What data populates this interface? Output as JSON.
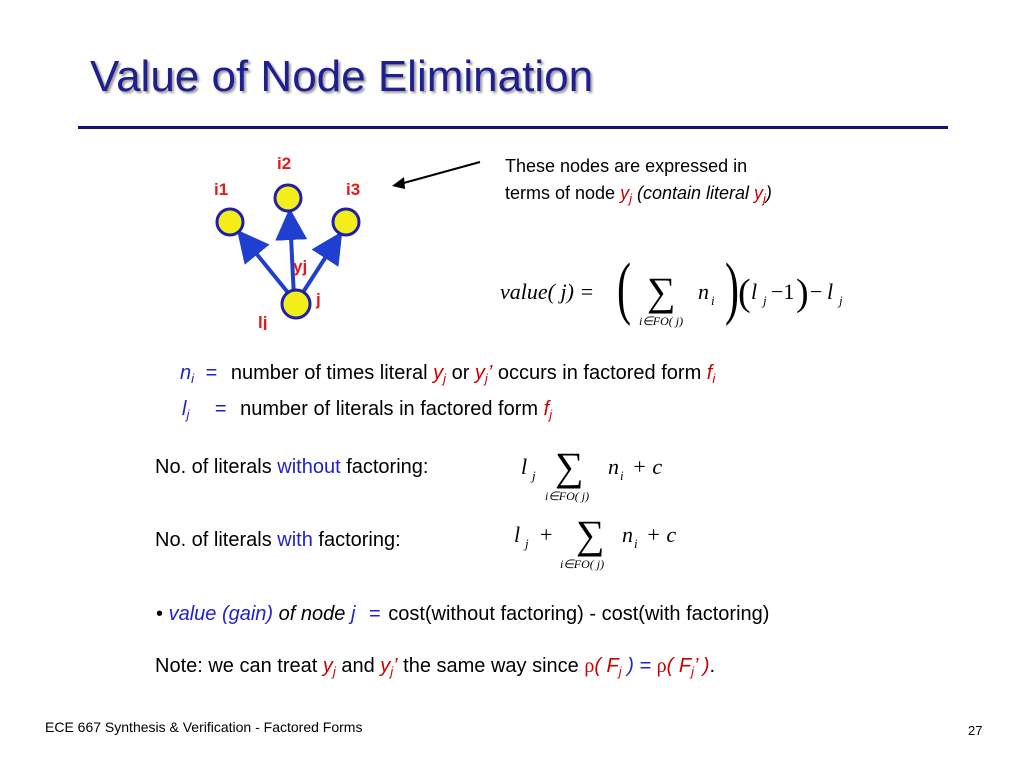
{
  "slide": {
    "title": "Value of Node Elimination",
    "footer_left": "ECE 667 Synthesis & Verification - Factored Forms",
    "page_number": "27"
  },
  "diagram": {
    "nodes": {
      "i1": "i1",
      "i2": "i2",
      "i3": "i3",
      "j": "j",
      "lj": "lj",
      "yj": "yj"
    },
    "colors": {
      "node_fill": "#f2ee1a",
      "node_stroke": "#1f1faa",
      "edge": "#1f3fd0",
      "label": "#e21a1a"
    }
  },
  "annotation": {
    "line1": "These nodes are expressed in",
    "line2_prefix": "terms of node ",
    "y": "y",
    "sub_j": "j",
    "contain": " (contain literal ",
    "close_paren": ")"
  },
  "formula_value": {
    "lhs": "value( j) =",
    "sum": "∑",
    "sum_index": "i∈FO( j)",
    "n": "n",
    "n_sub": "i",
    "l": "l",
    "l_sub": "j",
    "minus_one": "−1",
    "minus_l": "−",
    "paren_open": "(",
    "paren_close": ")"
  },
  "definitions": {
    "ni_symbol": "n",
    "ni_sub": "i",
    "eq": "=",
    "ni_text_a": "number of times literal ",
    "y": "y",
    "sub_j": "j",
    "or": " or ",
    "yprime": "y",
    "prime": "’",
    "ni_text_b": " occurs in factored form ",
    "f": "f",
    "sub_i": "i",
    "lj_symbol": "l",
    "lj_text": "number of literals in factored form "
  },
  "without": {
    "label_a": "No. of literals ",
    "label_kw": "without",
    "label_b": " factoring:",
    "formula": {
      "l": "l",
      "l_sub": "j",
      "sum": "∑",
      "sum_index": "i∈FO( j)",
      "n": "n",
      "n_sub": "i",
      "plus_c": "+ c"
    }
  },
  "with": {
    "label_a": "No. of literals ",
    "label_kw": "with",
    "label_b": " factoring:",
    "formula": {
      "l": "l",
      "l_sub": "j",
      "plus": "+",
      "sum": "∑",
      "sum_index": "i∈FO( j)",
      "n": "n",
      "n_sub": "i",
      "plus_c": "+ c"
    }
  },
  "bullet": {
    "dot": "•",
    "value_gain": "value (gain)",
    "of_node": " of node ",
    "j": "j",
    "eq": "=",
    "text": "cost(without factoring) - cost(with factoring)"
  },
  "note": {
    "prefix": "Note: we can treat ",
    "y": "y",
    "sub_j": "j",
    "and": " and ",
    "prime": "’",
    "mid": " the same way since ",
    "rho": "ρ",
    "open": "( F",
    "close_eq": " ) = ",
    "open2": "( F",
    "prime2": "’",
    "close2": " )",
    "period": "."
  }
}
